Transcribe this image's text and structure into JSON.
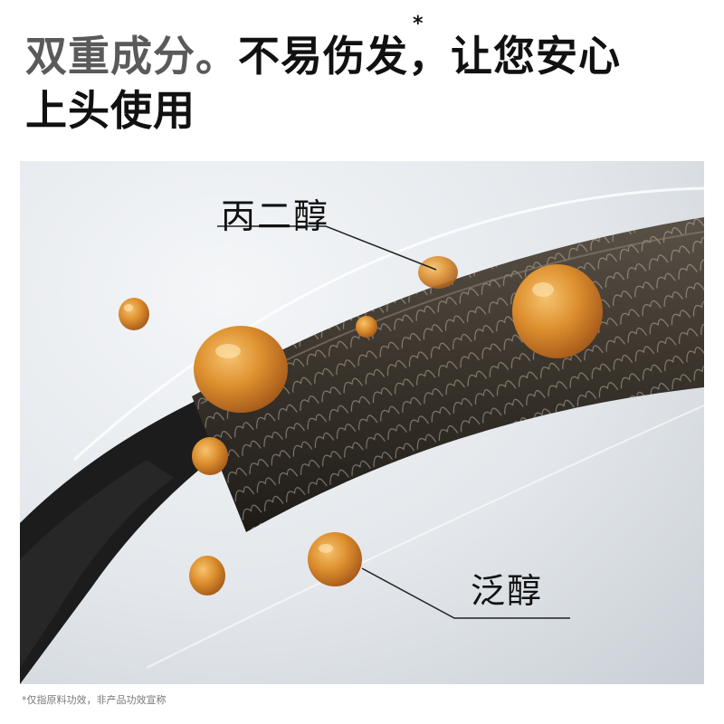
{
  "headline": {
    "part1": "双重成分。",
    "part2": "不易伤发，让您安心",
    "line2": "上头使用",
    "asterisk": "*"
  },
  "labels": {
    "top": "丙二醇",
    "bottom": "泛醇"
  },
  "footnote": "*仅指原料功效，非产品功效宣称",
  "colors": {
    "droplet": "#d98a2a",
    "hair": "#3a342c",
    "background": "#e6e9ec"
  }
}
